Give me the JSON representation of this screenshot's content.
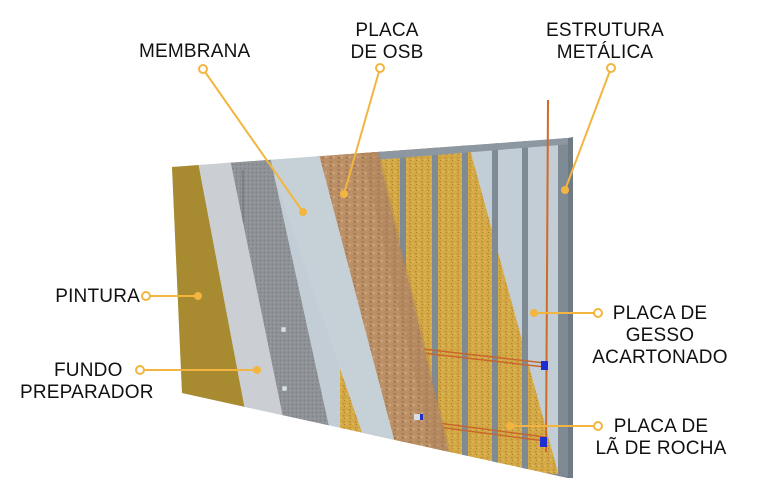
{
  "diagram": {
    "subject": "Wall layer cross-section",
    "accent_color": "#F2B640",
    "labels": [
      {
        "id": "membrana",
        "lines": [
          "MEMBRANA"
        ]
      },
      {
        "id": "placa_osb",
        "lines": [
          "PLACA",
          "DE OSB"
        ]
      },
      {
        "id": "estrutura_metalica",
        "lines": [
          "ESTRUTURA",
          "METÁLICA"
        ]
      },
      {
        "id": "pintura",
        "lines": [
          "PINTURA"
        ]
      },
      {
        "id": "fundo_preparador",
        "lines": [
          "FUNDO",
          "PREPARADOR"
        ]
      },
      {
        "id": "placa_gesso",
        "lines": [
          "PLACA DE",
          "GESSO",
          "ACARTONADO"
        ]
      },
      {
        "id": "placa_la_rocha",
        "lines": [
          "PLACA DE",
          "LÃ DE ROCHA"
        ]
      }
    ],
    "layers": [
      {
        "name": "Pintura",
        "color": "#A88A30"
      },
      {
        "name": "Fundo preparador",
        "color": "#C9CDD1"
      },
      {
        "name": "Tela / base",
        "color": "#8C8F94"
      },
      {
        "name": "Membrana",
        "color": "#C5CFD6"
      },
      {
        "name": "Placa de OSB",
        "color": "#B98E63"
      },
      {
        "name": "Lã de rocha",
        "color": "#D2A845"
      },
      {
        "name": "Gesso acartonado",
        "color": "#C2CDD6"
      },
      {
        "name": "Estrutura metálica",
        "color": "#7E8A94"
      }
    ]
  }
}
